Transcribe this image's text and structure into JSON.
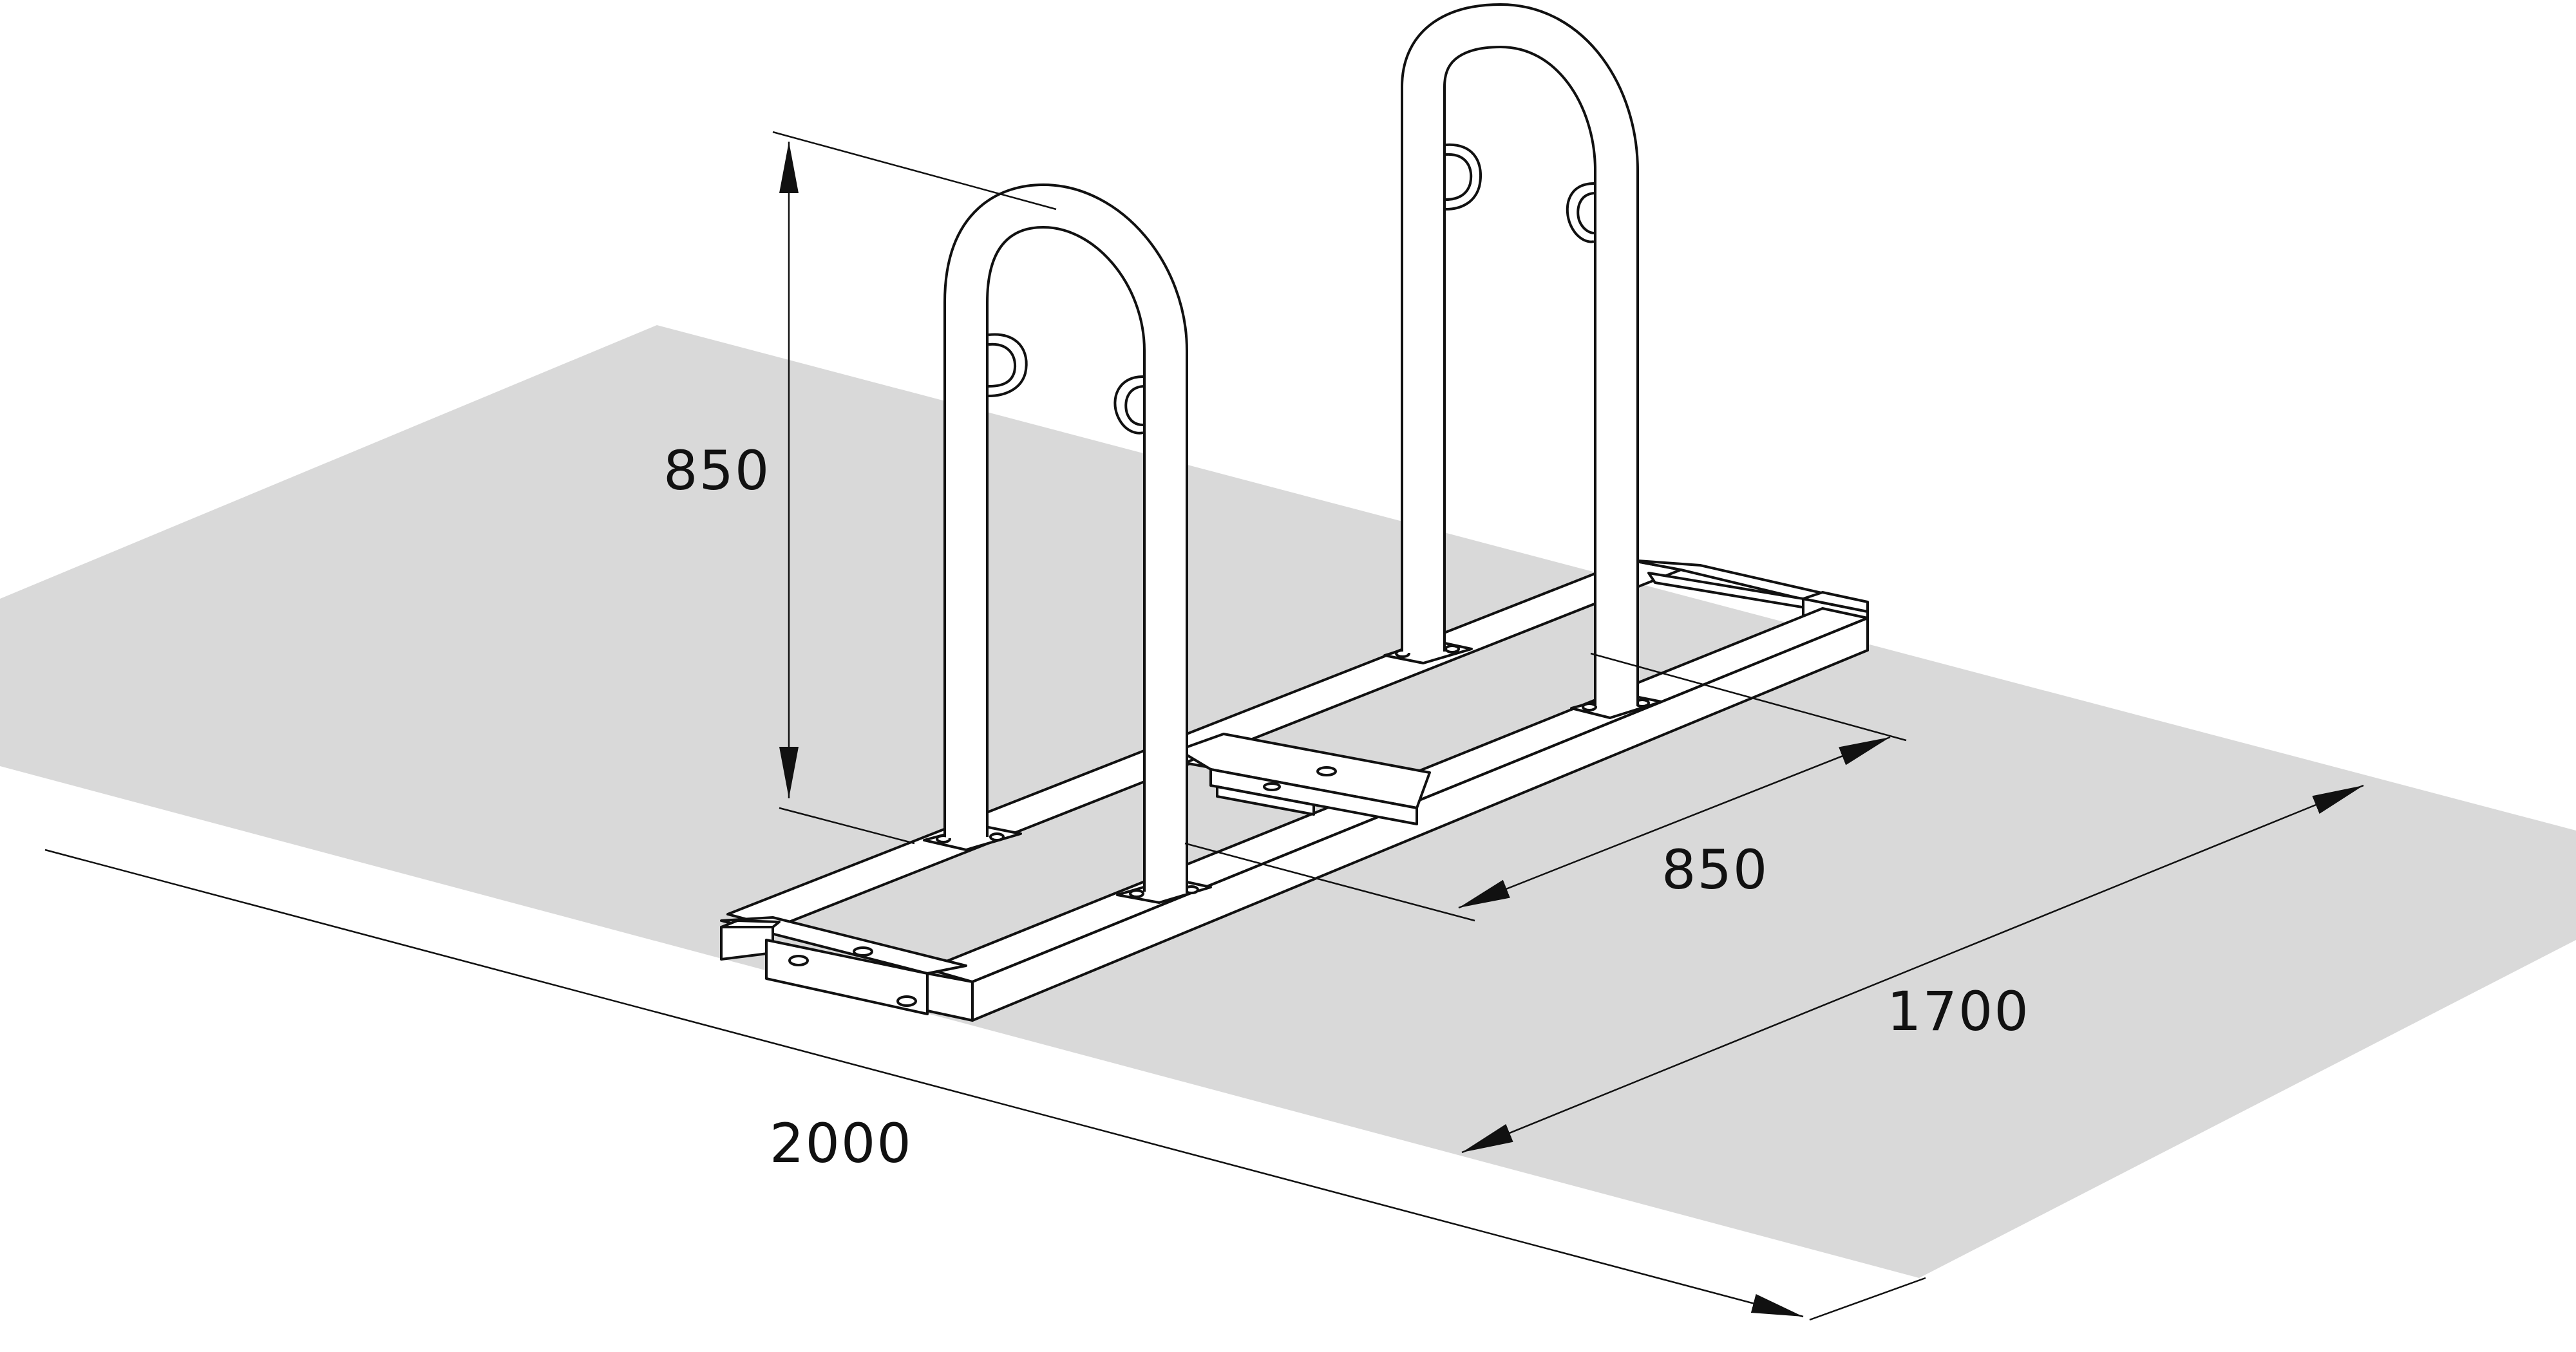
{
  "dimensions": {
    "height": "850",
    "spacing": "850",
    "width": "1700",
    "length": "2000"
  },
  "colors": {
    "ground": "#d9d9d9",
    "line": "#111111",
    "background": "#ffffff"
  }
}
